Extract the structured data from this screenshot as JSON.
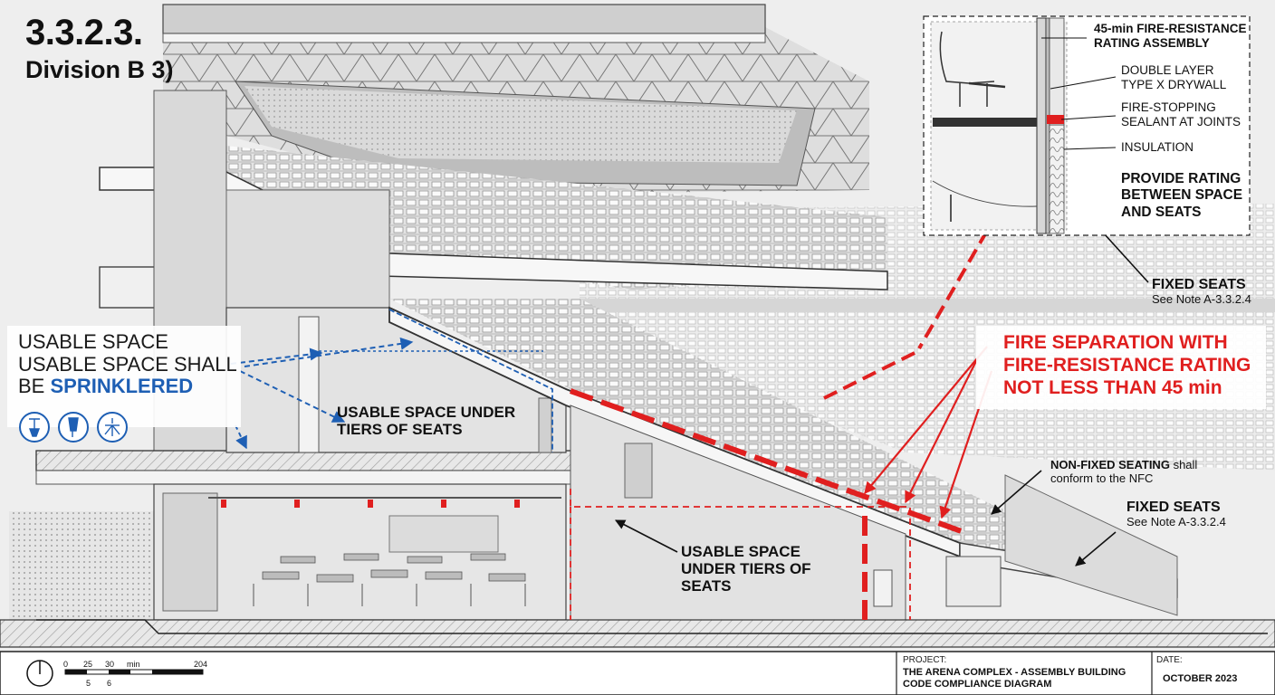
{
  "header": {
    "code": "3.3.2.3.",
    "division": "Division B 3)"
  },
  "left_note": {
    "line1": "USABLE SPACE",
    "line2": "USABLE SPACE SHALL",
    "line3_prefix": "BE",
    "line3_emph": "SPRINKLERED",
    "icons": [
      "sprinkler-head-icon",
      "sprinkler-pendant-icon",
      "sprinkler-spray-icon"
    ]
  },
  "labels": {
    "usable_upper_1": "USABLE SPACE UNDER",
    "usable_upper_2": "TIERS OF SEATS",
    "usable_lower_1": "USABLE SPACE",
    "usable_lower_2": "UNDER TIERS OF",
    "usable_lower_3": "SEATS",
    "fire_sep_1": "FIRE SEPARATION WITH",
    "fire_sep_2": "FIRE-RESISTANCE RATING",
    "fire_sep_3": "NOT LESS THAN 45 min",
    "fixed_upper_title": "FIXED SEATS",
    "fixed_upper_note": "See Note A-3.3.2.4",
    "nonfixed_bold": "NON-FIXED SEATING",
    "nonfixed_rest": "shall",
    "nonfixed_line2": "conform to the NFC",
    "fixed_lower_title": "FIXED SEATS",
    "fixed_lower_note": "See Note A-3.3.2.4"
  },
  "detail": {
    "title_1": "45-min FIRE-RESISTANCE",
    "title_2": "RATING ASSEMBLY",
    "drywall_1": "DOUBLE LAYER",
    "drywall_2": "TYPE X DRYWALL",
    "sealant_1": "FIRE-STOPPING",
    "sealant_2": "SEALANT AT JOINTS",
    "insulation": "INSULATION",
    "rating_1": "PROVIDE RATING",
    "rating_2": "BETWEEN SPACE",
    "rating_3": "AND SEATS"
  },
  "scale_bar": {
    "ticks_top": [
      "0",
      "25",
      "30",
      "min",
      "204"
    ],
    "ticks_bottom": [
      "5",
      "6"
    ]
  },
  "title_block": {
    "project_label": "PROJECT:",
    "project_1": "THE ARENA COMPLEX - ASSEMBLY BUILDING",
    "project_2": "CODE COMPLIANCE DIAGRAM",
    "date_label": "DATE:",
    "date": "OCTOBER 2023"
  },
  "colors": {
    "fire_red": "#e01f1f",
    "sprinkler_blue": "#1e5fb4",
    "line_dark": "#222222"
  }
}
